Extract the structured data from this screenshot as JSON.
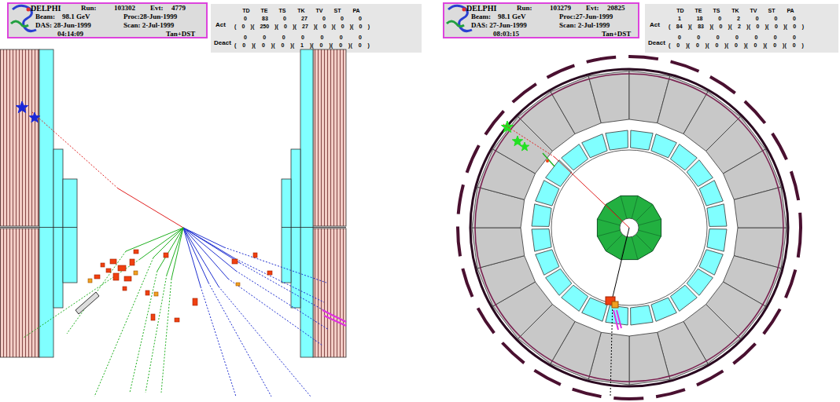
{
  "diagram": {
    "nodes": [
      {
        "text": [
          "DELPHI",
          "Run:",
          "103302",
          "Evt:",
          "4779",
          "Beam:",
          "98.1 GeV",
          "Proc:28-Jun-1999",
          "DAS: 28-Jun-1999",
          "Scan: 2-Jul-1999",
          "04:14:09",
          "Tan+DST"
        ]
      },
      {
        "text": [
          "DELPHI",
          "Run:",
          "103279",
          "Evt:",
          "20825",
          "Beam:",
          "98.1 GeV",
          "Proc:27-Jun-1999",
          "DAS: 27-Jun-1999",
          "Scan: 2-Jul-1999",
          "08:03:15",
          "Tan+DST"
        ]
      }
    ],
    "labels": [
      "TD",
      "TE",
      "TS",
      "TK",
      "TV",
      "ST",
      "PA",
      "Act",
      "0 83 0 27 0 0 0",
      "( 0 )( 250 )( 0 )( 27 )( 0 )( 0 )( 0 )",
      "Deact",
      "0 0 0 0 0 0 0",
      "( 0 )( 0 )( 0 )( 1 )( 0 )( 0 )( 0 )",
      "TD",
      "TE",
      "TS",
      "TK",
      "TV",
      "ST",
      "PA",
      "Act",
      "1 18 0 2 0 0 0",
      "( 84 )( 83 )( 0 )( 2 )( 0 )( 0 )( 0 )",
      "Deact",
      "0 0 0 0 0 0 0",
      "( 0 )( 0 )( 0 )( 0 )( 0 )( 0 )( 0 )"
    ]
  }
}
